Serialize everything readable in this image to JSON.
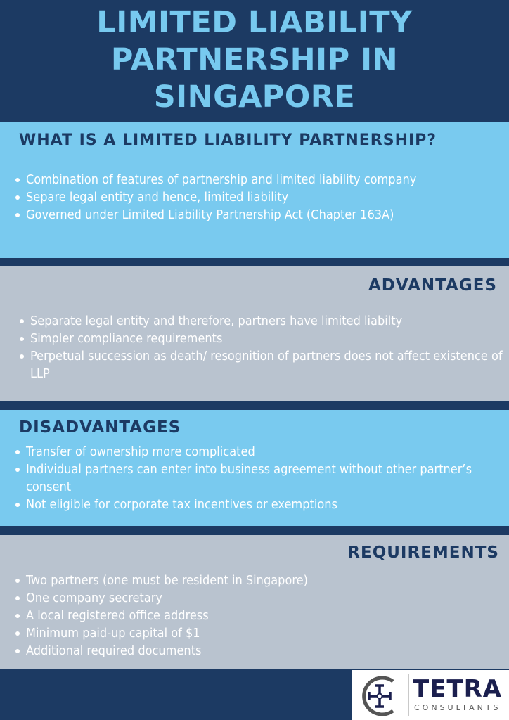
{
  "header": {
    "title_lines": [
      "LIMITED LIABILITY",
      "PARTNERSHIP IN",
      "SINGAPORE"
    ]
  },
  "sections": [
    {
      "title": "WHAT IS A LIMITED LIABILITY PARTNERSHIP?",
      "items": [
        "Combination of features of partnership and limited liability company",
        "Separe legal entity and hence, limited liability",
        "Governed under Limited Liability Partnership Act (Chapter 163A)"
      ]
    },
    {
      "title": "ADVANTAGES",
      "items": [
        "Separate legal entity and therefore, partners have limited liabilty",
        "Simpler compliance requirements",
        "Perpetual succession as death/ resognition of partners does not affect existence of LLP"
      ]
    },
    {
      "title": "DISADVANTAGES",
      "items": [
        "Transfer of ownership more complicated",
        "Individual partners can enter into business agreement without other partner’s consent",
        "Not eligible for corporate tax incentives or exemptions"
      ]
    },
    {
      "title": "REQUIREMENTS",
      "items": [
        "Two partners (one must be resident in Singapore)",
        "One company secretary",
        "A local registered office address",
        "Minimum paid-up capital of $1",
        "Additional required documents"
      ]
    }
  ],
  "logo": {
    "name": "TETRA",
    "subtitle": "CONSULTANTS",
    "icon": "tetra-cross-logo-icon"
  },
  "colors": {
    "dark_navy": "#1c3a63",
    "light_blue": "#79caef",
    "gray": "#b9c3cf",
    "white": "#ffffff"
  }
}
